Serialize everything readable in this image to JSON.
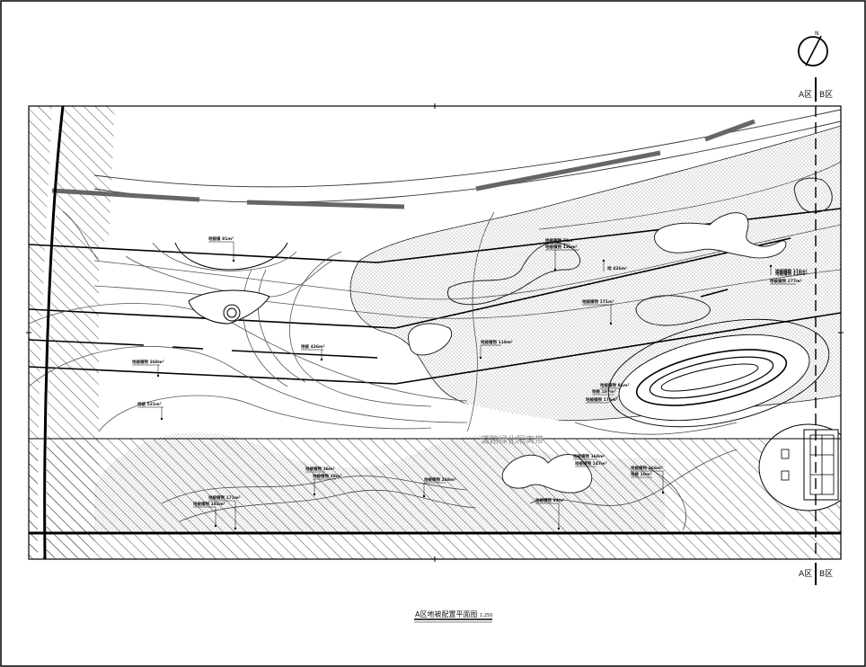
{
  "drawing": {
    "title": "A区地被配置平面图",
    "scale": "1:250",
    "north_label": "N",
    "zone_left": "A区",
    "zone_right": "B区",
    "faint_annotation": "道路绿化隔离带"
  },
  "plant_labels": [
    "地被植 81m²",
    "地被植物 71m²",
    "地被植物 136m²",
    "地 426m²",
    "地被植物 171m²",
    "地被植物 118m²",
    "地被 426m²",
    "地被植物 268m²",
    "地被 521m²",
    "地被植物 174m²",
    "地被植物 118m²",
    "地被植物 277m²",
    "地被植物 81m²",
    "地被 107m²",
    "地被植物 176m²",
    "地被植物 168m²",
    "地被植物 147m²",
    "地被植物 366m²",
    "地被 10m²",
    "地被植物 36m²",
    "地被植物 28m²",
    "地被植物 268m²",
    "地被植物 171m²",
    "地被植物 183m²",
    "地被植物 94m²"
  ]
}
